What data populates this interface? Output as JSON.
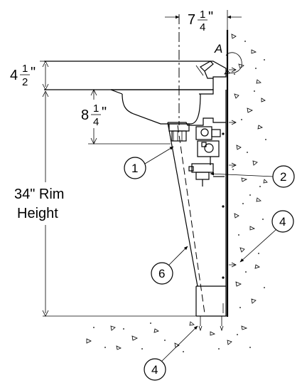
{
  "dimensions": {
    "top_offset": {
      "whole": "7",
      "num": "1",
      "den": "4",
      "unit": "\""
    },
    "bowl_height": {
      "whole": "4",
      "num": "1",
      "den": "2",
      "unit": "\""
    },
    "bowl_depth": {
      "whole": "8",
      "num": "1",
      "den": "4",
      "unit": "\""
    },
    "rim_height_line1": "34\" Rim",
    "rim_height_line2": "Height"
  },
  "detail_label": "A",
  "callouts": [
    "1",
    "2",
    "4",
    "6",
    "4"
  ]
}
